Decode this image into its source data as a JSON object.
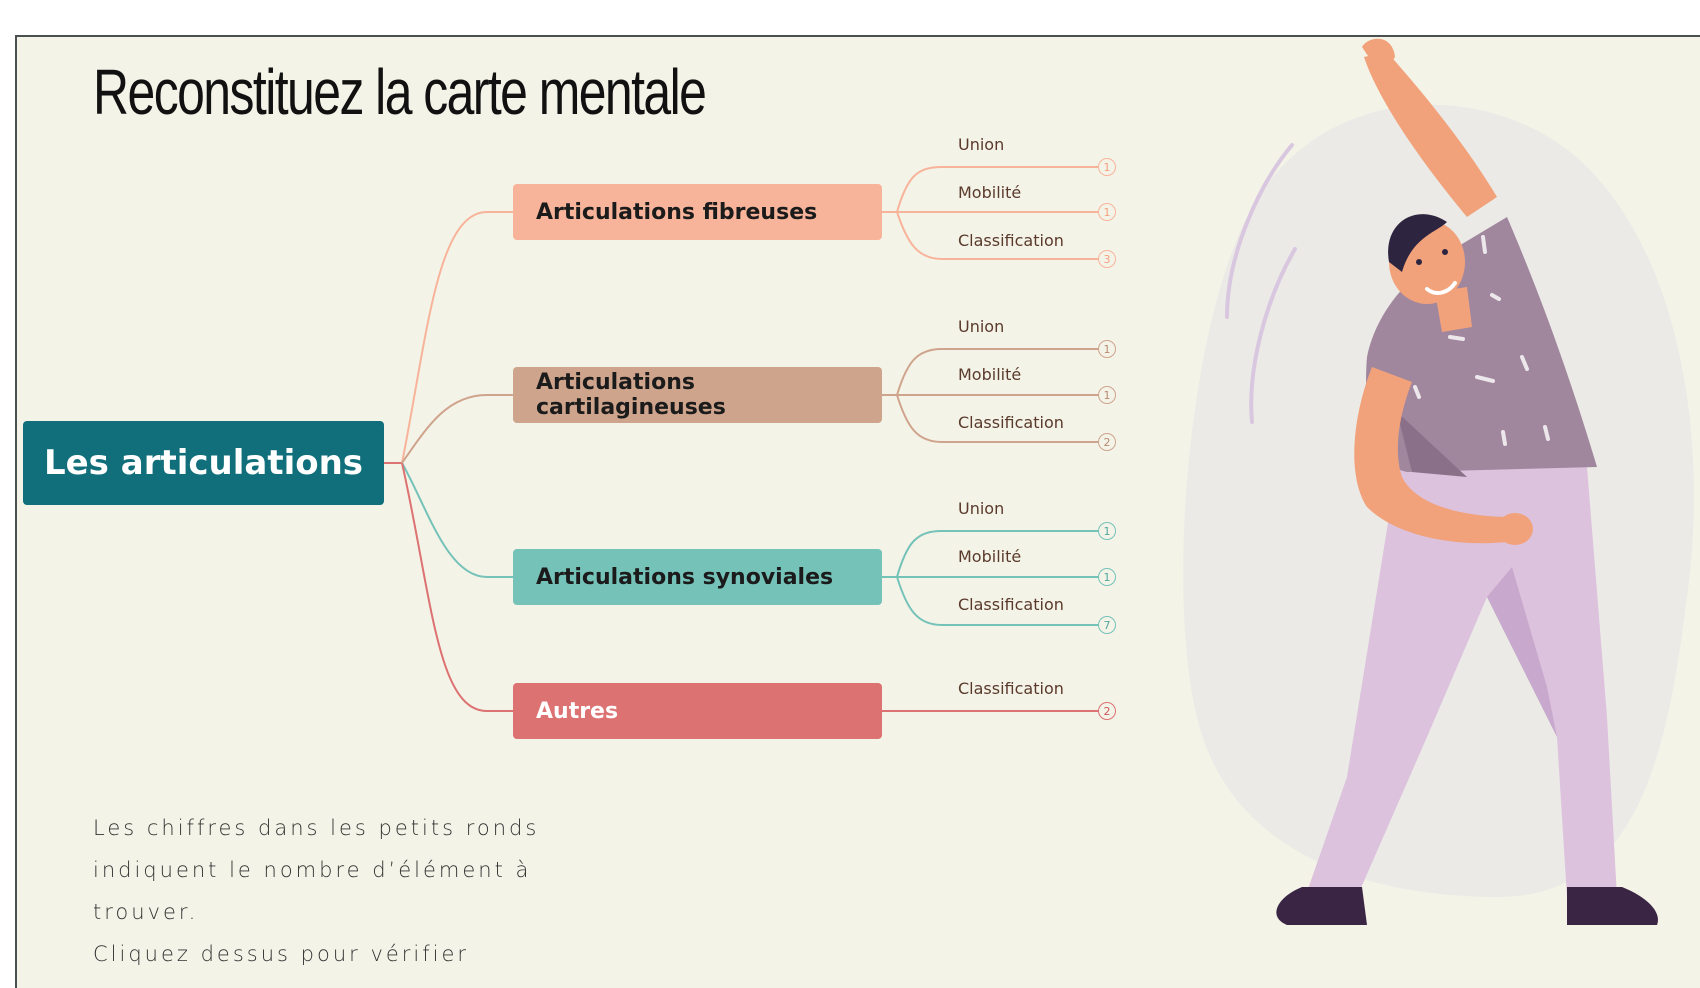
{
  "slide": {
    "title": "Reconstituez la carte mentale",
    "note_lines": [
      "Les chiffres dans les petits ronds",
      "indiquent le nombre d’élément à",
      "trouver.",
      "Cliquez dessus pour vérifier"
    ]
  },
  "mindmap": {
    "root": "Les articulations",
    "colors": {
      "root": "#106f7a",
      "fibreuses": "#f8b49a",
      "cartilagineuses": "#cfa48c",
      "synoviales": "#75c2b9",
      "autres": "#dd7272"
    },
    "branches": [
      {
        "label": "Articulations fibreuses",
        "leaves": [
          {
            "label": "Union",
            "count": "1"
          },
          {
            "label": "Mobilité",
            "count": "1"
          },
          {
            "label": "Classification",
            "count": "3"
          }
        ]
      },
      {
        "label": "Articulations cartilagineuses",
        "leaves": [
          {
            "label": "Union",
            "count": "1"
          },
          {
            "label": "Mobilité",
            "count": "1"
          },
          {
            "label": "Classification",
            "count": "2"
          }
        ]
      },
      {
        "label": "Articulations synoviales",
        "leaves": [
          {
            "label": "Union",
            "count": "1"
          },
          {
            "label": "Mobilité",
            "count": "1"
          },
          {
            "label": "Classification",
            "count": "7"
          }
        ]
      },
      {
        "label": "Autres",
        "leaves": [
          {
            "label": "Classification",
            "count": "2"
          }
        ]
      }
    ]
  },
  "illustration": {
    "icon": "stretching-person-illustration"
  }
}
